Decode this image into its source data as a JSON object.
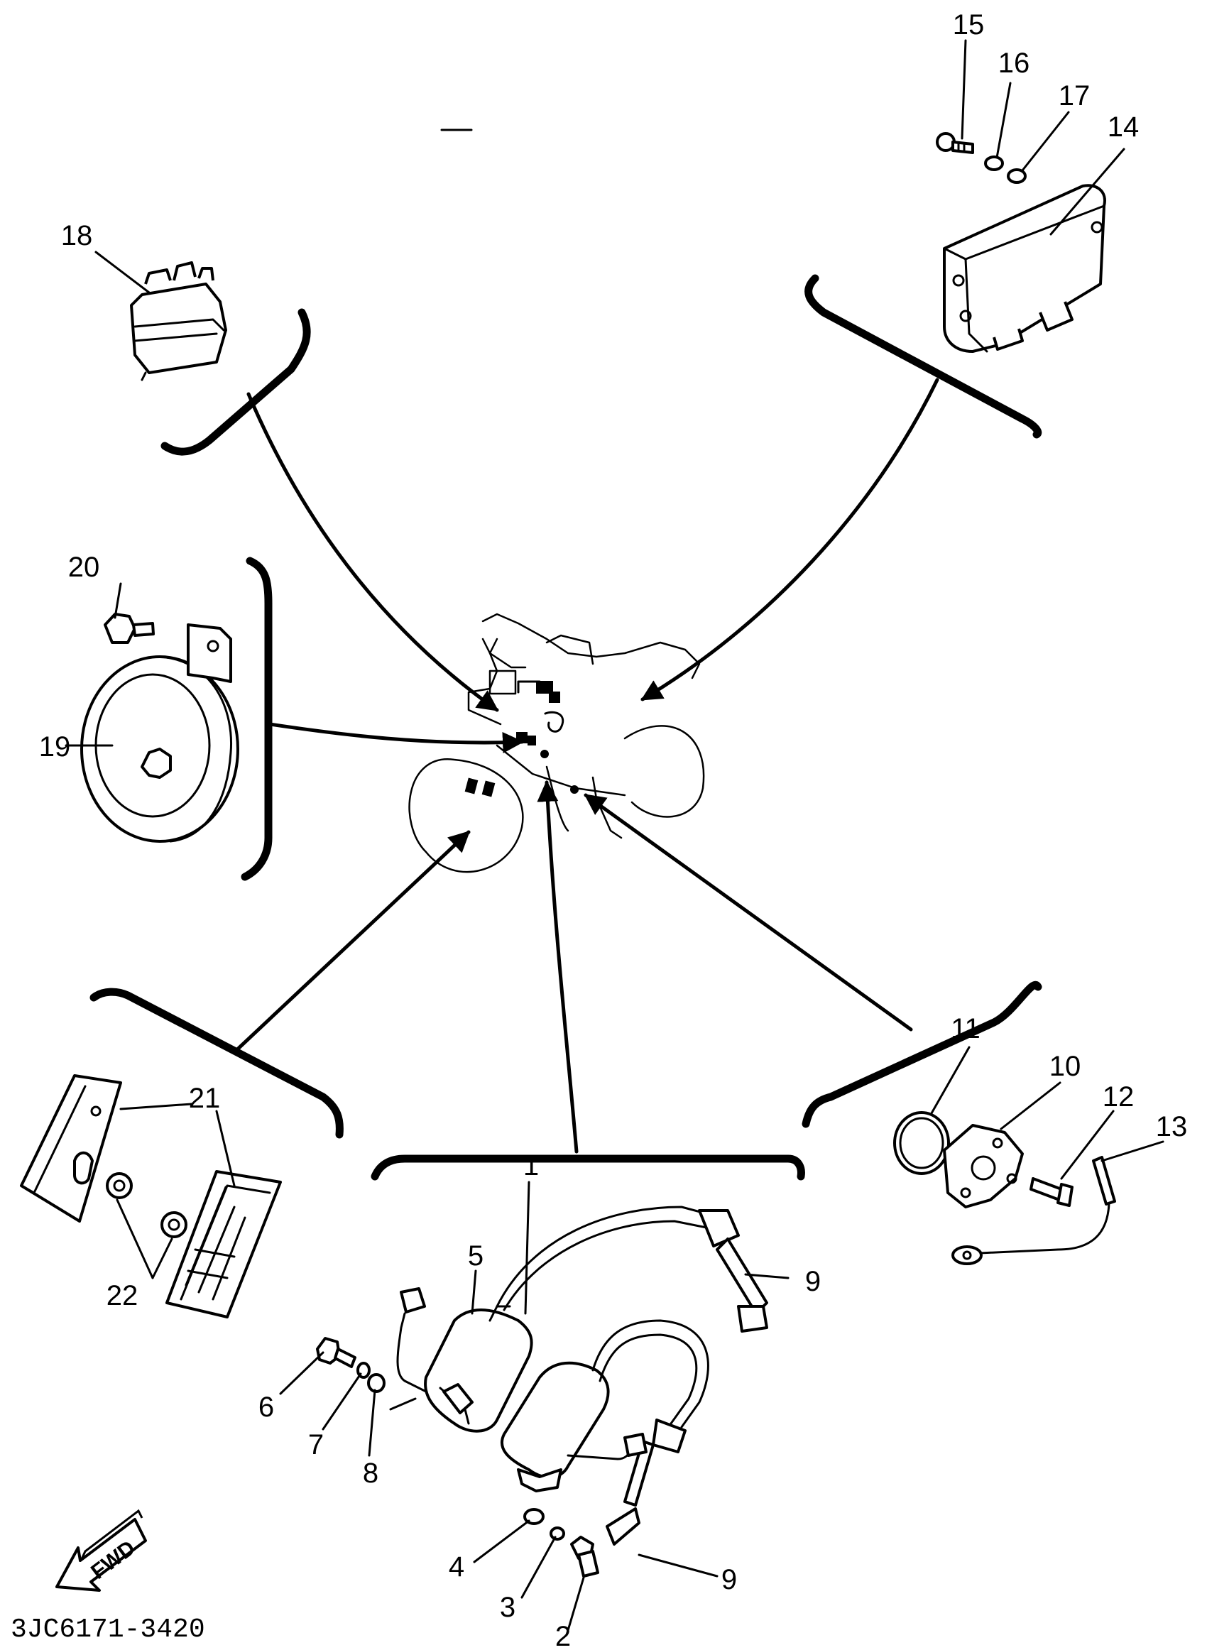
{
  "diagram_code": "3JC6171-3420",
  "fwd_label": "FWD",
  "callouts": {
    "c1": "1",
    "c2": "2",
    "c3": "3",
    "c4": "4",
    "c5": "5",
    "c6": "6",
    "c7": "7",
    "c8": "8",
    "c9a": "9",
    "c9b": "9",
    "c10": "10",
    "c11": "11",
    "c12": "12",
    "c13": "13",
    "c14": "14",
    "c15": "15",
    "c16": "16",
    "c17": "17",
    "c18": "18",
    "c19": "19",
    "c20": "20",
    "c21": "21",
    "c22": "22"
  },
  "icons": [
    "fwd-arrow-icon"
  ],
  "colors": {
    "ink": "#000000",
    "paper": "#ffffff"
  }
}
